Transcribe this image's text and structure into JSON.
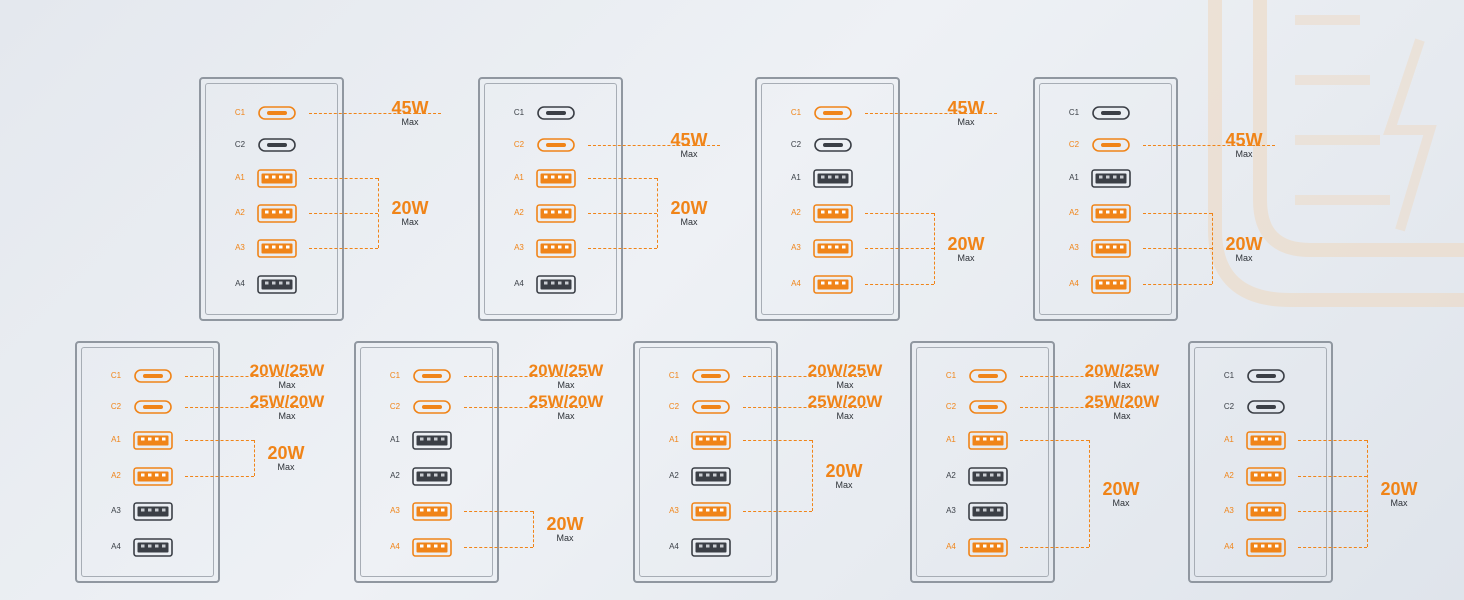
{
  "colors": {
    "active": "#f08418",
    "inactive": "#3b3f46",
    "panel_border": "#9097a0",
    "watt_text": "#f08418"
  },
  "max_word": "Max",
  "configs": [
    {
      "row": 1,
      "col": 0,
      "ports": [
        {
          "id": "C1",
          "type": "c",
          "active": true
        },
        {
          "id": "C2",
          "type": "c",
          "active": false
        },
        {
          "id": "A1",
          "type": "a",
          "active": true
        },
        {
          "id": "A2",
          "type": "a",
          "active": true
        },
        {
          "id": "A3",
          "type": "a",
          "active": true
        },
        {
          "id": "A4",
          "type": "a",
          "active": false
        }
      ],
      "groups": [
        {
          "ports": [
            "C1"
          ],
          "watts": "45W"
        },
        {
          "ports": [
            "A1",
            "A2",
            "A3"
          ],
          "watts": "20W"
        }
      ]
    },
    {
      "row": 1,
      "col": 1,
      "ports": [
        {
          "id": "C1",
          "type": "c",
          "active": false
        },
        {
          "id": "C2",
          "type": "c",
          "active": true
        },
        {
          "id": "A1",
          "type": "a",
          "active": true
        },
        {
          "id": "A2",
          "type": "a",
          "active": true
        },
        {
          "id": "A3",
          "type": "a",
          "active": true
        },
        {
          "id": "A4",
          "type": "a",
          "active": false
        }
      ],
      "groups": [
        {
          "ports": [
            "C2"
          ],
          "watts": "45W"
        },
        {
          "ports": [
            "A1",
            "A2",
            "A3"
          ],
          "watts": "20W"
        }
      ]
    },
    {
      "row": 1,
      "col": 2,
      "ports": [
        {
          "id": "C1",
          "type": "c",
          "active": true
        },
        {
          "id": "C2",
          "type": "c",
          "active": false
        },
        {
          "id": "A1",
          "type": "a",
          "active": false
        },
        {
          "id": "A2",
          "type": "a",
          "active": true
        },
        {
          "id": "A3",
          "type": "a",
          "active": true
        },
        {
          "id": "A4",
          "type": "a",
          "active": true
        }
      ],
      "groups": [
        {
          "ports": [
            "C1"
          ],
          "watts": "45W"
        },
        {
          "ports": [
            "A2",
            "A3",
            "A4"
          ],
          "watts": "20W"
        }
      ]
    },
    {
      "row": 1,
      "col": 3,
      "ports": [
        {
          "id": "C1",
          "type": "c",
          "active": false
        },
        {
          "id": "C2",
          "type": "c",
          "active": true
        },
        {
          "id": "A1",
          "type": "a",
          "active": false
        },
        {
          "id": "A2",
          "type": "a",
          "active": true
        },
        {
          "id": "A3",
          "type": "a",
          "active": true
        },
        {
          "id": "A4",
          "type": "a",
          "active": true
        }
      ],
      "groups": [
        {
          "ports": [
            "C2"
          ],
          "watts": "45W"
        },
        {
          "ports": [
            "A2",
            "A3",
            "A4"
          ],
          "watts": "20W"
        }
      ]
    },
    {
      "row": 2,
      "col": 0,
      "ports": [
        {
          "id": "C1",
          "type": "c",
          "active": true
        },
        {
          "id": "C2",
          "type": "c",
          "active": true
        },
        {
          "id": "A1",
          "type": "a",
          "active": true
        },
        {
          "id": "A2",
          "type": "a",
          "active": true
        },
        {
          "id": "A3",
          "type": "a",
          "active": false
        },
        {
          "id": "A4",
          "type": "a",
          "active": false
        }
      ],
      "groups": [
        {
          "ports": [
            "C1"
          ],
          "watts": "20W/25W"
        },
        {
          "ports": [
            "C2"
          ],
          "watts": "25W/20W"
        },
        {
          "ports": [
            "A1",
            "A2"
          ],
          "watts": "20W"
        }
      ]
    },
    {
      "row": 2,
      "col": 1,
      "ports": [
        {
          "id": "C1",
          "type": "c",
          "active": true
        },
        {
          "id": "C2",
          "type": "c",
          "active": true
        },
        {
          "id": "A1",
          "type": "a",
          "active": false
        },
        {
          "id": "A2",
          "type": "a",
          "active": false
        },
        {
          "id": "A3",
          "type": "a",
          "active": true
        },
        {
          "id": "A4",
          "type": "a",
          "active": true
        }
      ],
      "groups": [
        {
          "ports": [
            "C1"
          ],
          "watts": "20W/25W"
        },
        {
          "ports": [
            "C2"
          ],
          "watts": "25W/20W"
        },
        {
          "ports": [
            "A3",
            "A4"
          ],
          "watts": "20W"
        }
      ]
    },
    {
      "row": 2,
      "col": 2,
      "ports": [
        {
          "id": "C1",
          "type": "c",
          "active": true
        },
        {
          "id": "C2",
          "type": "c",
          "active": true
        },
        {
          "id": "A1",
          "type": "a",
          "active": true
        },
        {
          "id": "A2",
          "type": "a",
          "active": false
        },
        {
          "id": "A3",
          "type": "a",
          "active": true
        },
        {
          "id": "A4",
          "type": "a",
          "active": false
        }
      ],
      "groups": [
        {
          "ports": [
            "C1"
          ],
          "watts": "20W/25W"
        },
        {
          "ports": [
            "C2"
          ],
          "watts": "25W/20W"
        },
        {
          "ports": [
            "A1",
            "A3"
          ],
          "watts": "20W"
        }
      ]
    },
    {
      "row": 2,
      "col": 3,
      "ports": [
        {
          "id": "C1",
          "type": "c",
          "active": true
        },
        {
          "id": "C2",
          "type": "c",
          "active": true
        },
        {
          "id": "A1",
          "type": "a",
          "active": true
        },
        {
          "id": "A2",
          "type": "a",
          "active": false
        },
        {
          "id": "A3",
          "type": "a",
          "active": false
        },
        {
          "id": "A4",
          "type": "a",
          "active": true
        }
      ],
      "groups": [
        {
          "ports": [
            "C1"
          ],
          "watts": "20W/25W"
        },
        {
          "ports": [
            "C2"
          ],
          "watts": "25W/20W"
        },
        {
          "ports": [
            "A1",
            "A4"
          ],
          "watts": "20W"
        }
      ]
    },
    {
      "row": 2,
      "col": 4,
      "ports": [
        {
          "id": "C1",
          "type": "c",
          "active": false
        },
        {
          "id": "C2",
          "type": "c",
          "active": false
        },
        {
          "id": "A1",
          "type": "a",
          "active": true
        },
        {
          "id": "A2",
          "type": "a",
          "active": true
        },
        {
          "id": "A3",
          "type": "a",
          "active": true
        },
        {
          "id": "A4",
          "type": "a",
          "active": true
        }
      ],
      "groups": [
        {
          "ports": [
            "A1",
            "A2",
            "A3",
            "A4"
          ],
          "watts": "20W"
        }
      ]
    }
  ]
}
